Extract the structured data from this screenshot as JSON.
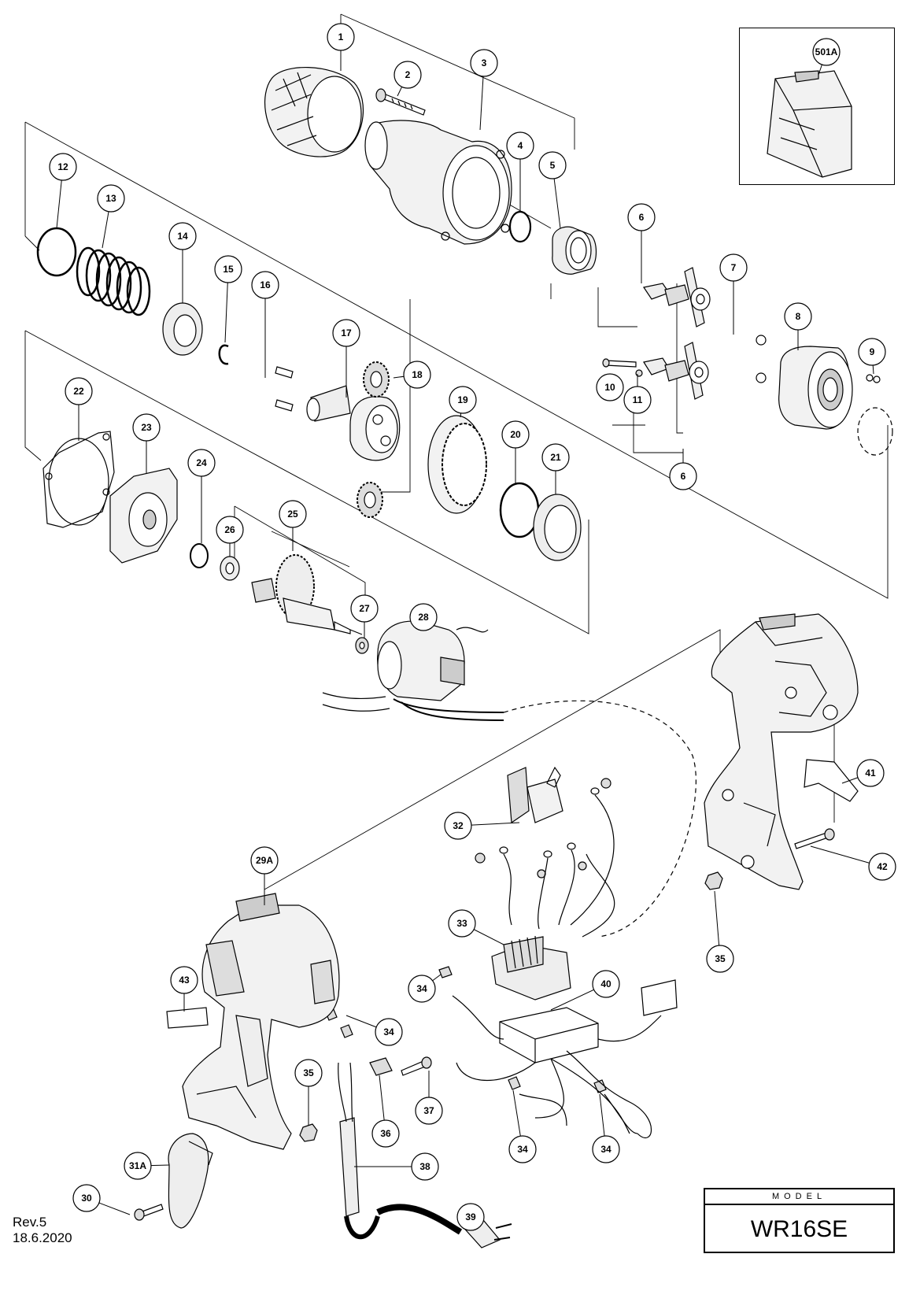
{
  "footer": {
    "rev": "Rev.5",
    "date": "18.6.2020"
  },
  "model": {
    "label": "MODEL",
    "name": "WR16SE"
  },
  "callouts": [
    {
      "id": "p1",
      "label": "1"
    },
    {
      "id": "p2",
      "label": "2"
    },
    {
      "id": "p3",
      "label": "3"
    },
    {
      "id": "p4",
      "label": "4"
    },
    {
      "id": "p5",
      "label": "5"
    },
    {
      "id": "p6a",
      "label": "6"
    },
    {
      "id": "p6b",
      "label": "6"
    },
    {
      "id": "p7",
      "label": "7"
    },
    {
      "id": "p8",
      "label": "8"
    },
    {
      "id": "p9",
      "label": "9"
    },
    {
      "id": "p10",
      "label": "10"
    },
    {
      "id": "p11",
      "label": "11"
    },
    {
      "id": "p12",
      "label": "12"
    },
    {
      "id": "p13",
      "label": "13"
    },
    {
      "id": "p14",
      "label": "14"
    },
    {
      "id": "p15",
      "label": "15"
    },
    {
      "id": "p16",
      "label": "16"
    },
    {
      "id": "p17",
      "label": "17"
    },
    {
      "id": "p18",
      "label": "18"
    },
    {
      "id": "p19",
      "label": "19"
    },
    {
      "id": "p20",
      "label": "20"
    },
    {
      "id": "p21",
      "label": "21"
    },
    {
      "id": "p22",
      "label": "22"
    },
    {
      "id": "p23",
      "label": "23"
    },
    {
      "id": "p24",
      "label": "24"
    },
    {
      "id": "p25",
      "label": "25"
    },
    {
      "id": "p26",
      "label": "26"
    },
    {
      "id": "p27",
      "label": "27"
    },
    {
      "id": "p28",
      "label": "28"
    },
    {
      "id": "p29A",
      "label": "29A"
    },
    {
      "id": "p30",
      "label": "30"
    },
    {
      "id": "p31A",
      "label": "31A"
    },
    {
      "id": "p32",
      "label": "32"
    },
    {
      "id": "p33",
      "label": "33"
    },
    {
      "id": "p34a",
      "label": "34"
    },
    {
      "id": "p34b",
      "label": "34"
    },
    {
      "id": "p34c",
      "label": "34"
    },
    {
      "id": "p34d",
      "label": "34"
    },
    {
      "id": "p35a",
      "label": "35"
    },
    {
      "id": "p35b",
      "label": "35"
    },
    {
      "id": "p36",
      "label": "36"
    },
    {
      "id": "p37",
      "label": "37"
    },
    {
      "id": "p38",
      "label": "38"
    },
    {
      "id": "p39",
      "label": "39"
    },
    {
      "id": "p40",
      "label": "40"
    },
    {
      "id": "p41",
      "label": "41"
    },
    {
      "id": "p42",
      "label": "42"
    },
    {
      "id": "p43",
      "label": "43"
    },
    {
      "id": "p501A",
      "label": "501A"
    }
  ]
}
